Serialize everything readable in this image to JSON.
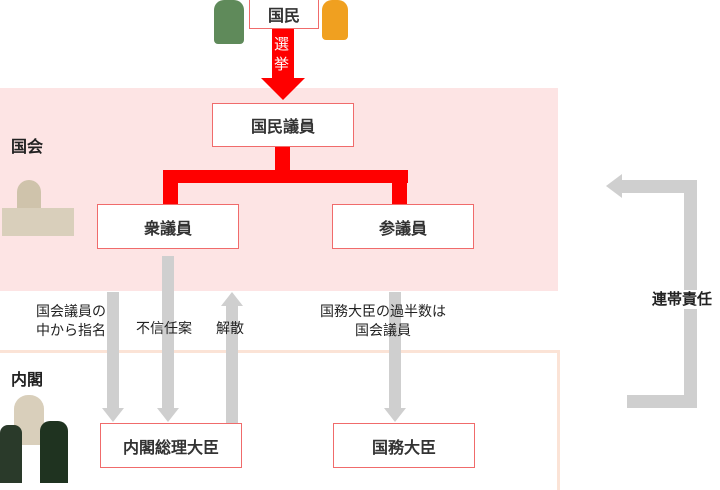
{
  "people": "国民",
  "election": "選挙",
  "diet": {
    "title": "国会",
    "members": "国民議員",
    "lower": "衆議員",
    "upper": "参議員"
  },
  "cabinet": {
    "title": "内閣",
    "pm": "内閣総理大臣",
    "ministers": "国務大臣"
  },
  "labels": {
    "nominate_line1": "国会議員の",
    "nominate_line2": "中から指名",
    "no_confidence": "不信任案",
    "dissolution": "解散",
    "majority_line1": "国務大臣の過半数は",
    "majority_line2": "国会議員",
    "joint_responsibility": "連帯責任"
  }
}
